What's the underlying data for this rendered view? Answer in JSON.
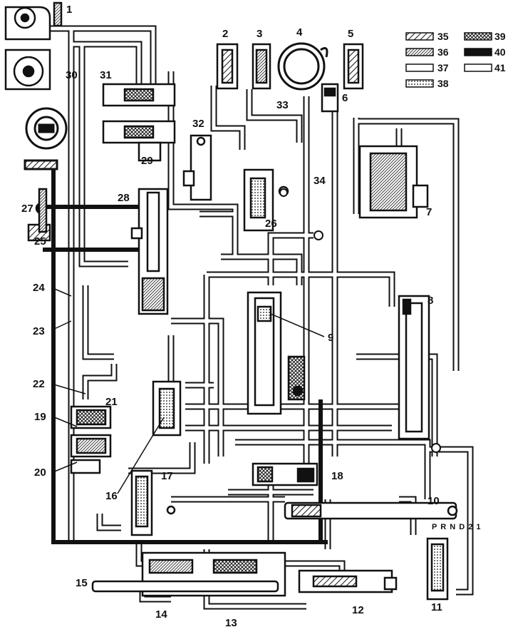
{
  "diagram": {
    "part_labels": [
      "1",
      "2",
      "3",
      "4",
      "5",
      "6",
      "7",
      "8",
      "9",
      "10",
      "11",
      "12",
      "13",
      "14",
      "15",
      "16",
      "17",
      "18",
      "19",
      "20",
      "21",
      "22",
      "23",
      "24",
      "25",
      "26",
      "27",
      "28",
      "29",
      "30",
      "31",
      "32",
      "33",
      "34"
    ],
    "selector_marks": "P R N D 2 1",
    "legend": [
      {
        "id": "35",
        "pattern": "diag-hatch"
      },
      {
        "id": "36",
        "pattern": "dense-hatch"
      },
      {
        "id": "37",
        "pattern": "open"
      },
      {
        "id": "38",
        "pattern": "dotted"
      },
      {
        "id": "39",
        "pattern": "cross-hatch"
      },
      {
        "id": "40",
        "pattern": "solid"
      },
      {
        "id": "41",
        "pattern": "open"
      }
    ]
  },
  "colors": {
    "line": "#111111",
    "paper": "#ffffff"
  }
}
